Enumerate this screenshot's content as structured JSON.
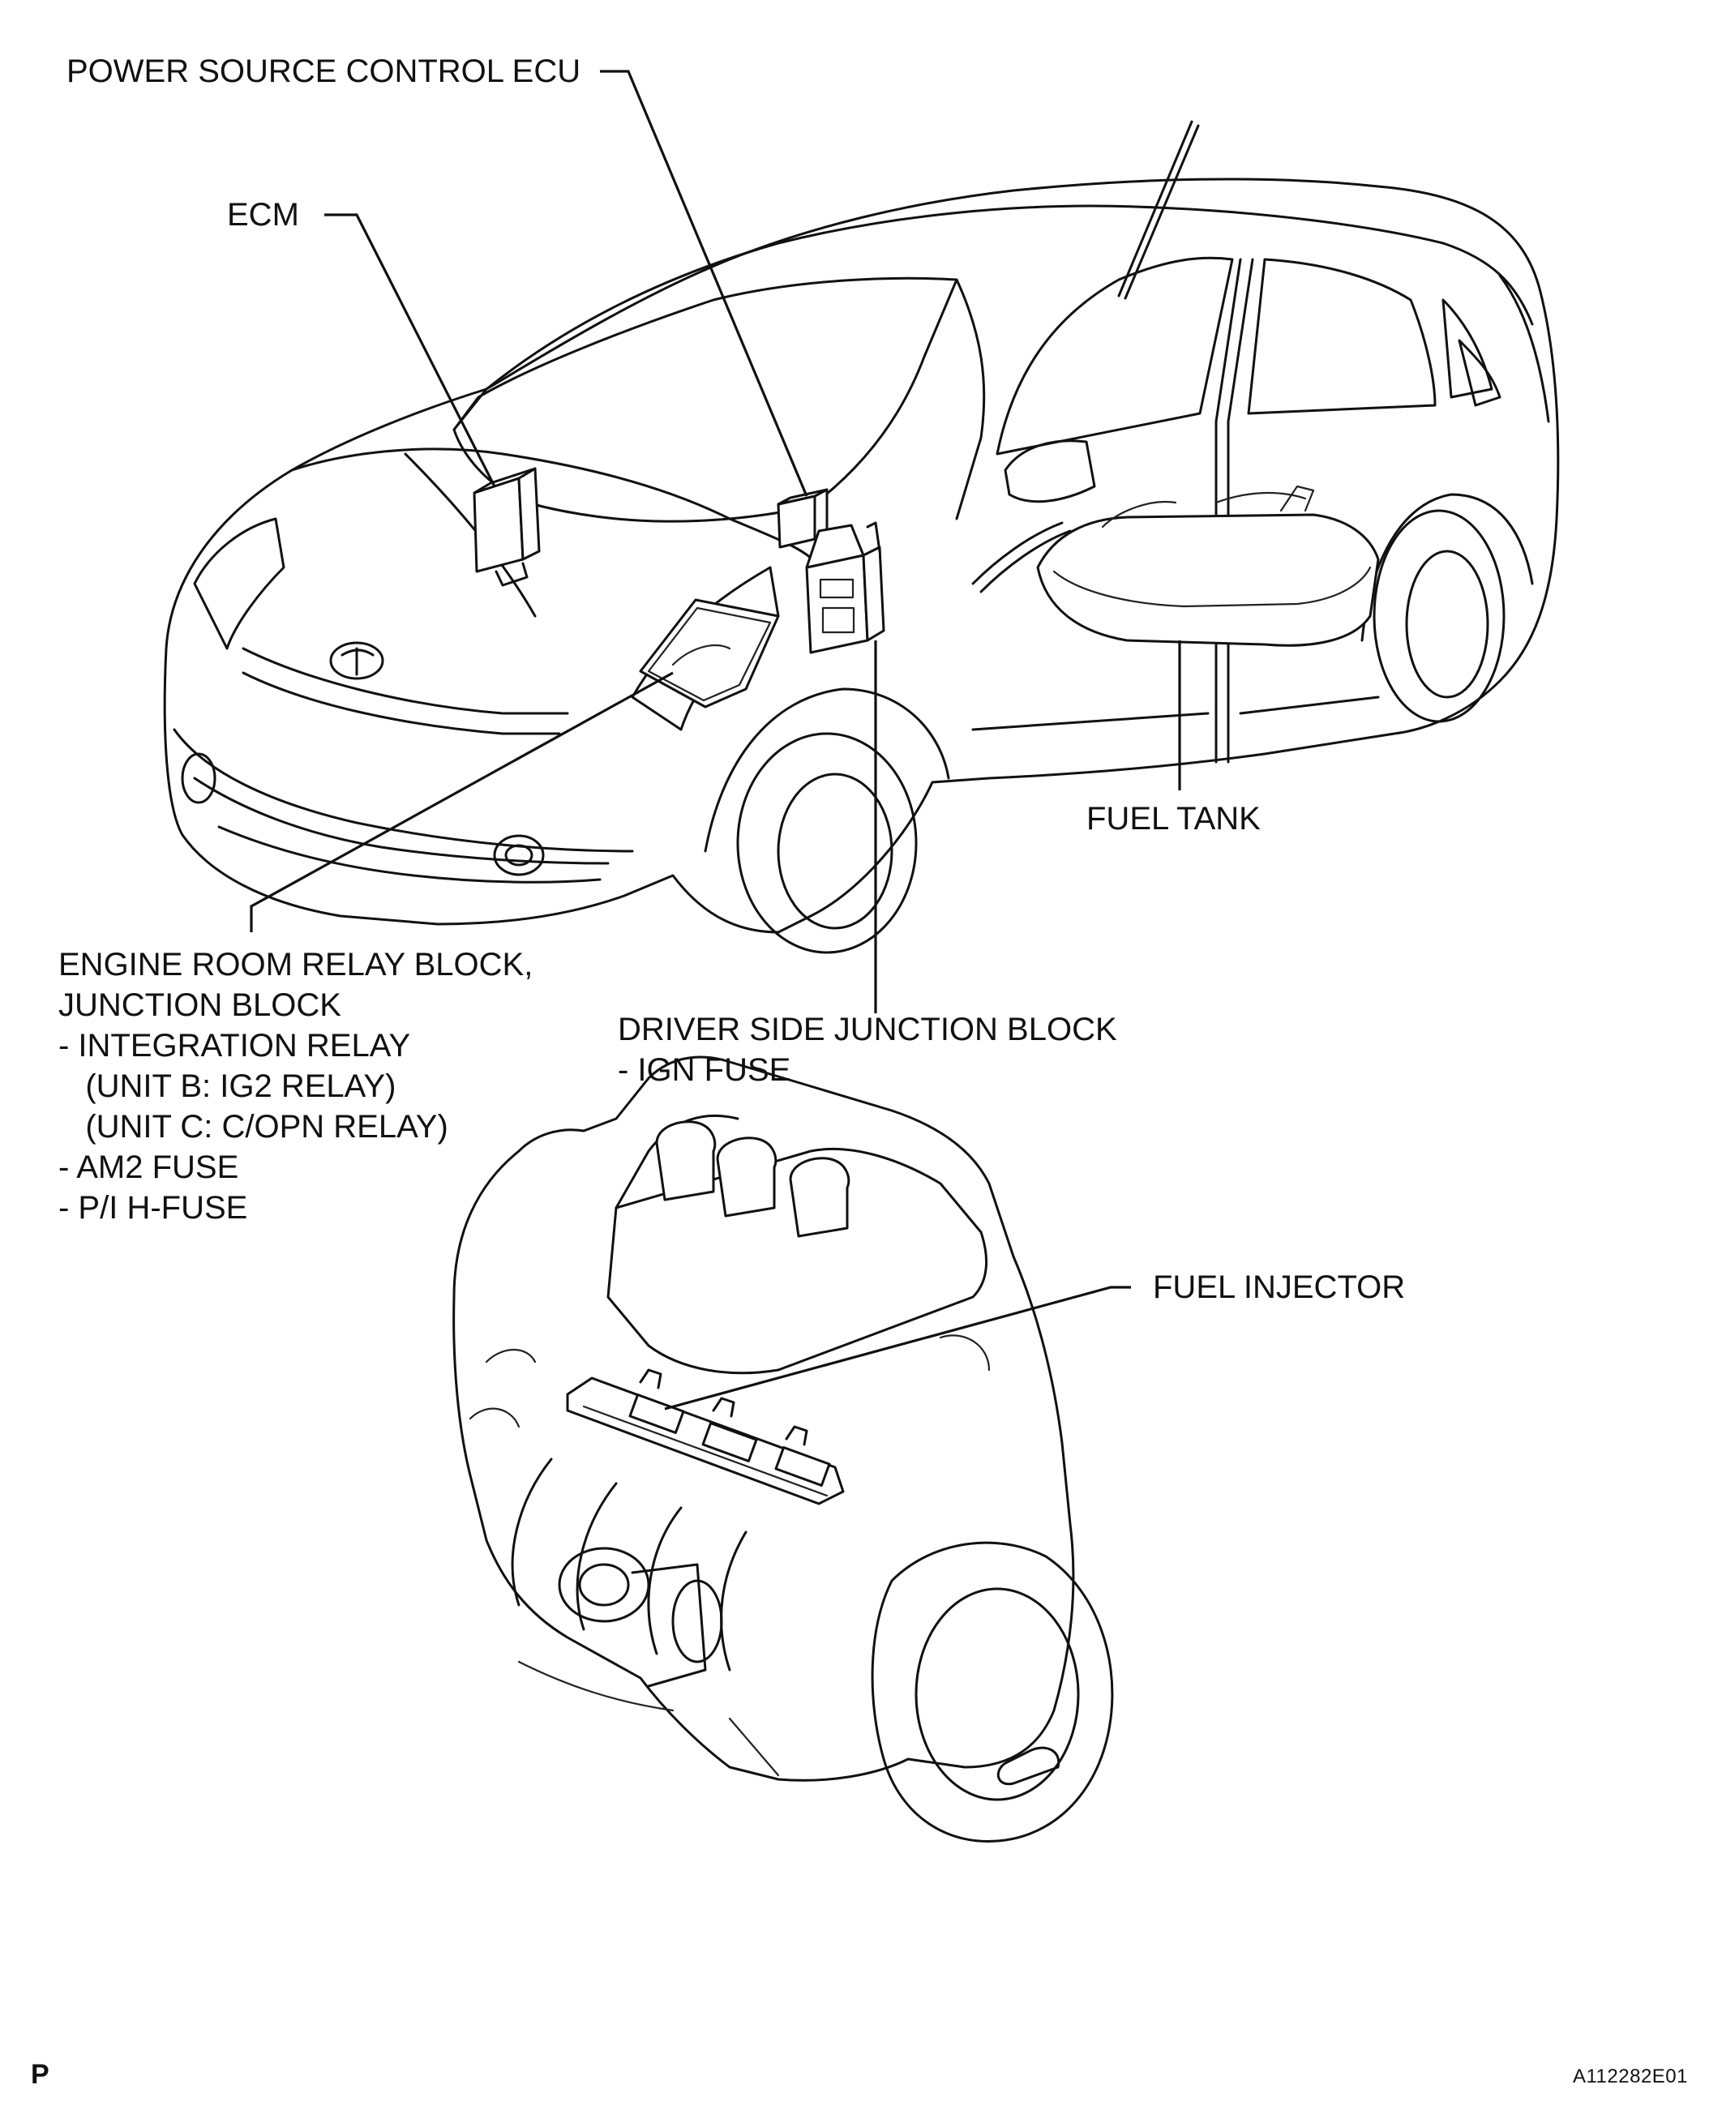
{
  "labels": {
    "power_source_ecu": "POWER SOURCE CONTROL ECU",
    "ecm": "ECM",
    "fuel_tank": "FUEL TANK",
    "engine_room": [
      "ENGINE ROOM RELAY BLOCK,",
      "JUNCTION BLOCK",
      "- INTEGRATION RELAY",
      "   (UNIT B: IG2 RELAY)",
      "   (UNIT C: C/OPN RELAY)",
      "- AM2 FUSE",
      "- P/I H-FUSE"
    ],
    "driver_side": [
      "DRIVER SIDE JUNCTION BLOCK",
      "- IGN FUSE"
    ],
    "fuel_injector": "FUEL INJECTOR"
  },
  "corner_mark": "P",
  "figure_code": "A112282E01"
}
